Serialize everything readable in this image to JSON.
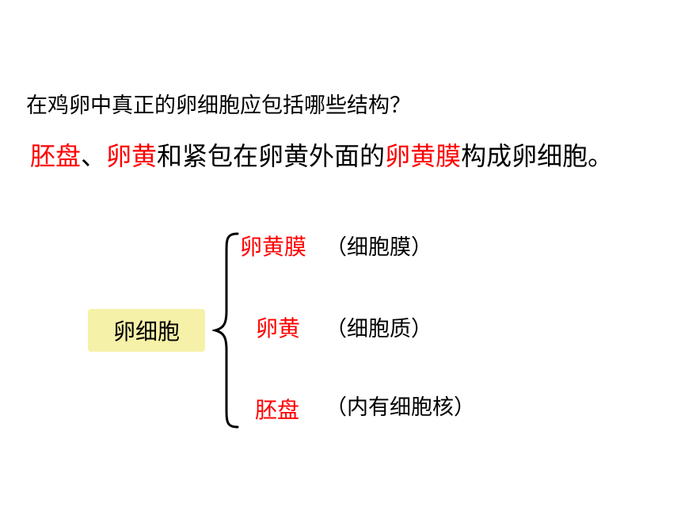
{
  "question": "在鸡卵中真正的卵细胞应包括哪些结构？",
  "answer": {
    "part1": "胚盘",
    "sep1": "、",
    "part2": "卵黄",
    "mid": "和紧包在卵黄外面的",
    "part3": "卵黄膜",
    "end": "构成卵细胞。"
  },
  "diagram": {
    "root": "卵细胞",
    "items": [
      {
        "term": "卵黄膜",
        "desc": "（细胞膜）"
      },
      {
        "term": "卵黄",
        "desc": "（细胞质）"
      },
      {
        "term": "胚盘",
        "desc": "（内有细胞核）"
      }
    ]
  },
  "colors": {
    "highlight": "#ff0000",
    "root_box": "#f6f1a8",
    "text": "#000000"
  }
}
